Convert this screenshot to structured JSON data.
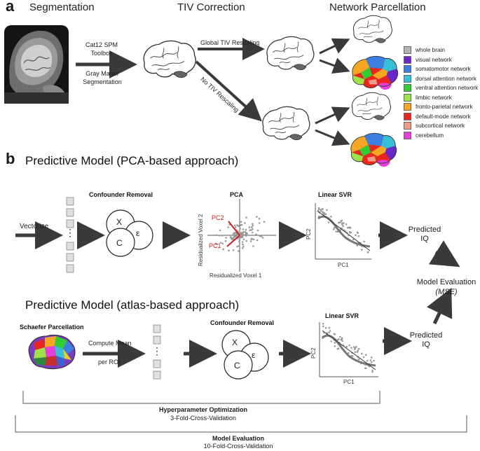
{
  "panel_a": {
    "letter": "a",
    "stages": [
      "Segmentation",
      "TIV Correction",
      "Network Parcellation"
    ],
    "toolbox_label": "Cat12 SPM\nToolbox",
    "gm_label": "Gray Matter\nSegmentation",
    "global_label": "Global TIV Rescaling",
    "no_tiv_label": "No TIV Rescaling",
    "legend": [
      {
        "label": "whole brain",
        "color": "#b3b3b3"
      },
      {
        "label": "visual network",
        "color": "#6a28c8"
      },
      {
        "label": "somatomotor network",
        "color": "#3b7fe0"
      },
      {
        "label": "dorsal attention network",
        "color": "#35c0d8"
      },
      {
        "label": "ventral attention network",
        "color": "#33cc33"
      },
      {
        "label": "limbic network",
        "color": "#9ee24a"
      },
      {
        "label": "fronto-parietal network",
        "color": "#f5a623"
      },
      {
        "label": "default-mode network",
        "color": "#e8261f"
      },
      {
        "label": "subcortical network",
        "color": "#f09a8a"
      },
      {
        "label": "cerebellum",
        "color": "#e43fd8"
      }
    ]
  },
  "panel_b": {
    "letter": "b",
    "pca_title": "Predictive  Model (PCA-based approach)",
    "atlas_title": "Predictive  Model (atlas-based approach)",
    "vectorize": "Vectorize",
    "confounder_removal": "Confounder Removal",
    "confounder_removal_2": "Confounder Removal",
    "pca": "PCA",
    "linear_svr": "Linear SVR",
    "linear_svr_2": "Linear SVR",
    "circle_x": "X",
    "circle_c": "C",
    "circle_e": "ε",
    "circle_x2": "X",
    "circle_c2": "C",
    "circle_e2": "ε",
    "pc2_red": "PC2",
    "pc1_red": "PC1",
    "resid_voxel2": "Residualized Voxel 2",
    "resid_voxel1": "Residualized Voxel 1",
    "svr_pc2": "PC2",
    "svr_pc1": "PC1",
    "svr_pc2_b": "PC2",
    "svr_pc1_b": "PC1",
    "predicted_iq": "Predicted\nIQ",
    "predicted_iq_2": "Predicted\nIQ",
    "model_eval_line1": "Model Evaluation",
    "model_eval_line2": "(MSE)",
    "schaefer": "Schaefer Parcellation",
    "compute_mean": "Compute Mean",
    "per_roi": "per ROI",
    "hyper_title": "Hyperparameter Optimization",
    "hyper_sub": "3-Fold-Cross-Validation",
    "model_eval_title": "Model Evaluation",
    "model_eval_sub": "10-Fold-Cross-Validation"
  }
}
